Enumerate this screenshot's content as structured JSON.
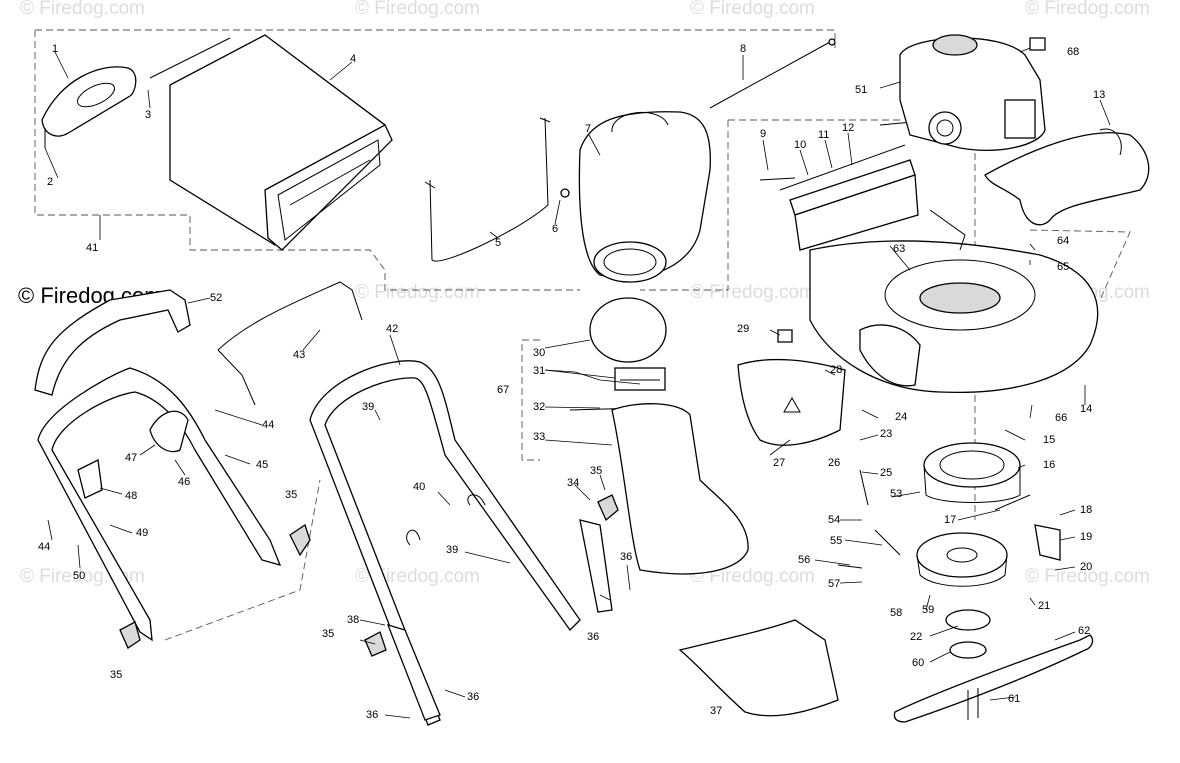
{
  "brand_text": "© Firedog.com",
  "watermark_text": "© Firedog.com",
  "labels": {
    "1": "1",
    "2": "2",
    "3": "3",
    "4": "4",
    "5": "5",
    "6": "6",
    "7": "7",
    "8": "8",
    "9": "9",
    "10": "10",
    "11": "11",
    "12": "12",
    "13": "13",
    "14": "14",
    "15": "15",
    "16": "16",
    "17": "17",
    "18": "18",
    "19": "19",
    "20": "20",
    "21": "21",
    "22": "22",
    "23": "23",
    "24": "24",
    "25": "25",
    "26": "26",
    "27": "27",
    "28": "28",
    "29": "29",
    "30": "30",
    "31": "31",
    "32": "32",
    "33": "33",
    "34": "34",
    "35": "35",
    "36": "36",
    "37": "37",
    "38": "38",
    "39": "39",
    "40": "40",
    "41": "41",
    "42": "42",
    "43": "43",
    "44": "44",
    "45": "45",
    "46": "46",
    "47": "47",
    "48": "48",
    "49": "49",
    "50": "50",
    "51": "51",
    "52": "52",
    "53": "53",
    "54": "54",
    "55": "55",
    "56": "56",
    "57": "57",
    "58": "58",
    "59": "59",
    "60": "60",
    "61": "61",
    "62": "62",
    "63": "63",
    "64": "64",
    "65": "65",
    "66": "66",
    "67": "67",
    "68": "68"
  }
}
